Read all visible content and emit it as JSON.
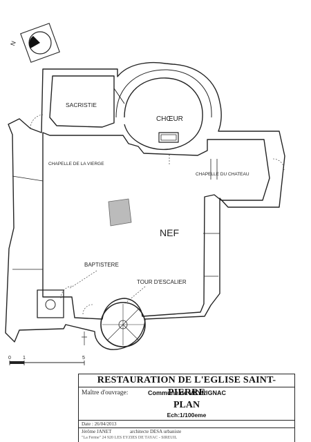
{
  "plan": {
    "north_label": "N",
    "scale_bar": {
      "start_label": "0",
      "mid_label": "1",
      "end_label": "5"
    },
    "rooms": {
      "sacristie": "SACRISTIE",
      "choeur": "CHŒUR",
      "chapelle_vierge": "CHAPELLE DE LA VIERGE",
      "chapelle_chateau": "CHAPELLE DU CHATEAU",
      "nef": "NEF",
      "baptistere": "BAPTISTERE",
      "tour_escalier": "TOUR D'ESCALIER"
    }
  },
  "title_block": {
    "title": "RESTAURATION DE L'EGLISE SAINT-PIERRE",
    "owner_label": "Maître d'ouvrage:",
    "owner_value": "Commune de VEYRIGNAC",
    "plan_label": "PLAN",
    "scale_label": "Ech:1/100eme",
    "date_label": "Date : 26/04/2013",
    "author_name": "Jérôme JANET",
    "author_role": "architecte DESA urbaniste",
    "address": "\"La Ferme\" 24 920 LES EYZIES DE TAYAC - SIREUIL"
  }
}
